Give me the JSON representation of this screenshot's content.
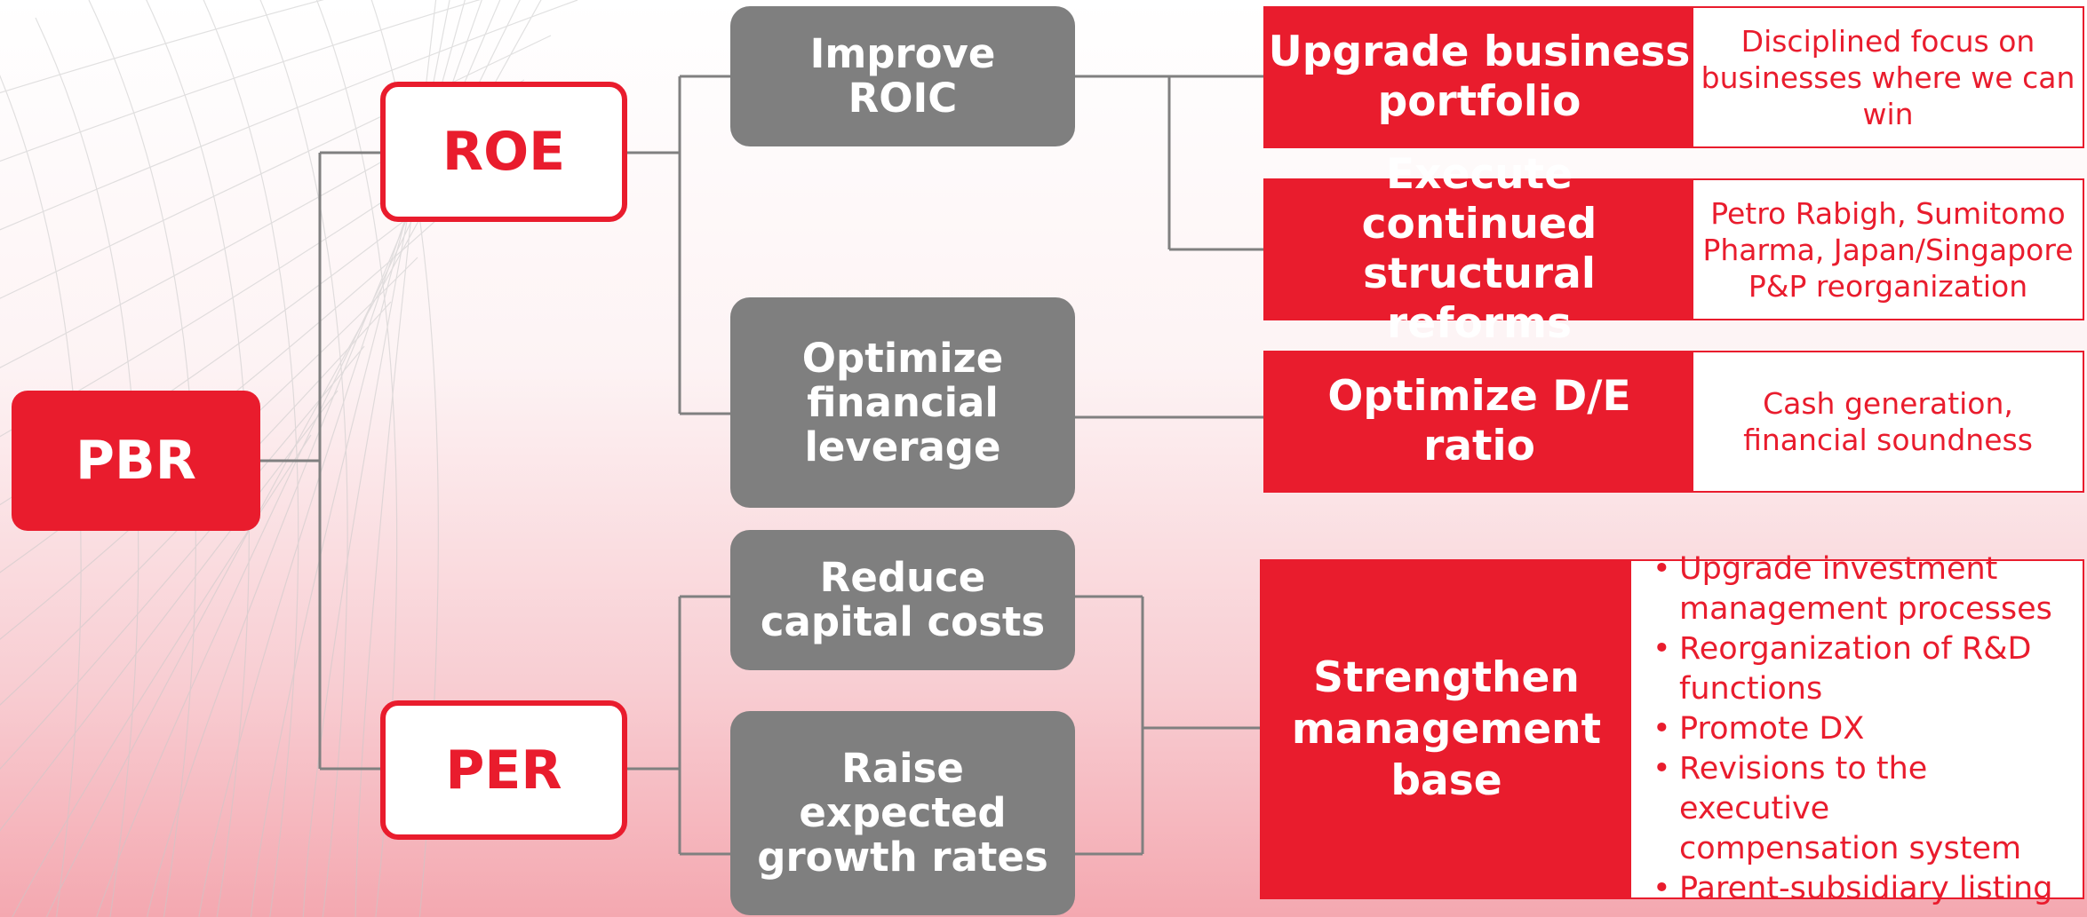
{
  "root": {
    "label": "PBR"
  },
  "metrics": {
    "roe": "ROE",
    "per": "PER"
  },
  "drivers": {
    "improve_roic": [
      "Improve",
      "ROIC"
    ],
    "optimize_leverage": [
      "Optimize",
      "financial",
      "leverage"
    ],
    "reduce_capital_costs": [
      "Reduce",
      "capital costs"
    ],
    "raise_growth": [
      "Raise",
      "expected",
      "growth rates"
    ]
  },
  "initiatives": [
    {
      "title": [
        "Upgrade business",
        "portfolio"
      ],
      "detail": [
        "Disciplined focus on",
        "businesses where we can",
        "win"
      ]
    },
    {
      "title": [
        "Execute continued",
        "structural reforms"
      ],
      "detail": [
        "Petro Rabigh, Sumitomo",
        "Pharma, Japan/Singapore",
        "P&P reorganization"
      ]
    },
    {
      "title": [
        "Optimize D/E ratio"
      ],
      "detail": [
        "Cash generation,",
        "financial soundness"
      ]
    }
  ],
  "management_base": {
    "title": [
      "Strengthen",
      "management",
      "base"
    ],
    "bullets": [
      [
        "Upgrade investment",
        "management processes"
      ],
      [
        "Reorganization of R&D",
        "functions"
      ],
      [
        "Promote DX"
      ],
      [
        "Revisions to the executive",
        "compensation system"
      ],
      [
        "Parent-subsidiary listing"
      ]
    ]
  },
  "colors": {
    "brand_red": "#e91c2d",
    "driver_grey": "#7f7f7f",
    "connector": "#808080"
  }
}
